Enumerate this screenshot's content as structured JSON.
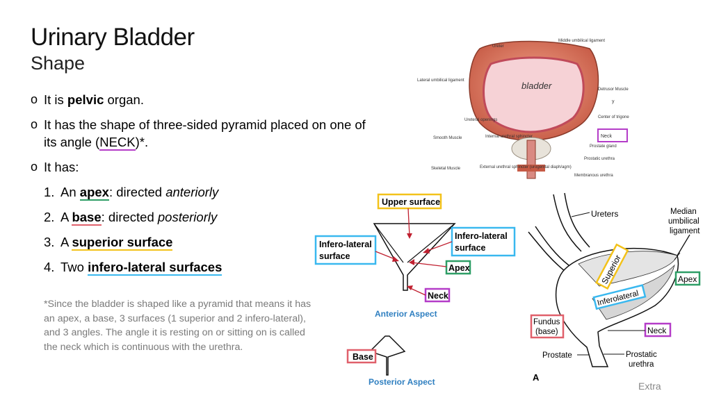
{
  "slide": {
    "title": "Urinary Bladder",
    "subtitle": "Shape",
    "bullets": {
      "b1_pre": "It is ",
      "b1_bold": "pelvic",
      "b1_post": " organ.",
      "b2_pre": "It has the shape of three-sided pyramid placed on one of its angle (",
      "b2_link": "NECK",
      "b2_post": ")*.",
      "b3": "It has:"
    },
    "items": [
      {
        "num": "1.",
        "pre": "An ",
        "key": "apex",
        "post": ": directed ",
        "italic": "anteriorly"
      },
      {
        "num": "2.",
        "pre": "A ",
        "key": "base",
        "post": ": directed ",
        "italic": "posteriorly"
      },
      {
        "num": "3.",
        "pre": "A ",
        "key": "superior surface ",
        "post": "",
        "italic": ""
      },
      {
        "num": "4.",
        "pre": "Two ",
        "key": "infero-lateral surfaces",
        "post": "",
        "italic": ""
      }
    ],
    "note": "*Since the bladder is shaped like a pyramid that means it has an apex, a base, 3 surfaces (1 superior and 2 infero-lateral), and 3 angles. The angle it is resting on or sitting on is called the neck which is continuous with the urethra.",
    "extra": "Extra",
    "bullet_marker": "o"
  },
  "anatomy_image": {
    "labels": {
      "ureter": "Ureter",
      "middle_umbilical": "Middle umbilical ligament",
      "lateral_umbilical": "Lateral umbilical ligament",
      "bladder": "bladder",
      "detrusor": "Detrusor Muscle",
      "ureteral_openings": "Ureteral openings",
      "center_trigone": "Center of trigone",
      "smooth_muscle": "Smooth Muscle",
      "internal_sphincter": "Internal urethral sphincter",
      "neck": "Neck",
      "prostate_gland": "Prostate gland",
      "prostatic_urethra": "Prostatic urethra",
      "skeletal_muscle": "Skeletal Muscle",
      "external_sphincter": "External urethral sphincter (urogenital diaph/agm)",
      "membranous_urethra": "Membranous urethra",
      "y": "y"
    }
  },
  "pyramid_diagram": {
    "upper_surface": "Upper surface",
    "infero_lateral_left": "Infero-lateral surface",
    "infero_lateral_right": "Infero-lateral surface",
    "apex": "Apex",
    "neck": "Neck",
    "anterior_aspect": "Anterior Aspect",
    "base": "Base",
    "posterior_aspect": "Posterior Aspect"
  },
  "lateral_diagram": {
    "ureters": "Ureters",
    "median_umbilical": "Median umbilical ligament",
    "superior": "Superior",
    "inferolateral": "Inferolateral",
    "apex": "Apex",
    "fundus": "Fundus (base)",
    "neck": "Neck",
    "prostate": "Prostate",
    "prostatic_urethra": "Prostatic urethra",
    "letter": "A"
  },
  "colors": {
    "apex_green": "#2e9e66",
    "base_red": "#e0606b",
    "superior_yellow": "#f3c21a",
    "inferolateral_blue": "#39b8ef",
    "neck_purple": "#b43cc8",
    "aspect_blue": "#2f7fc0",
    "note_gray": "#7a7a7a"
  }
}
